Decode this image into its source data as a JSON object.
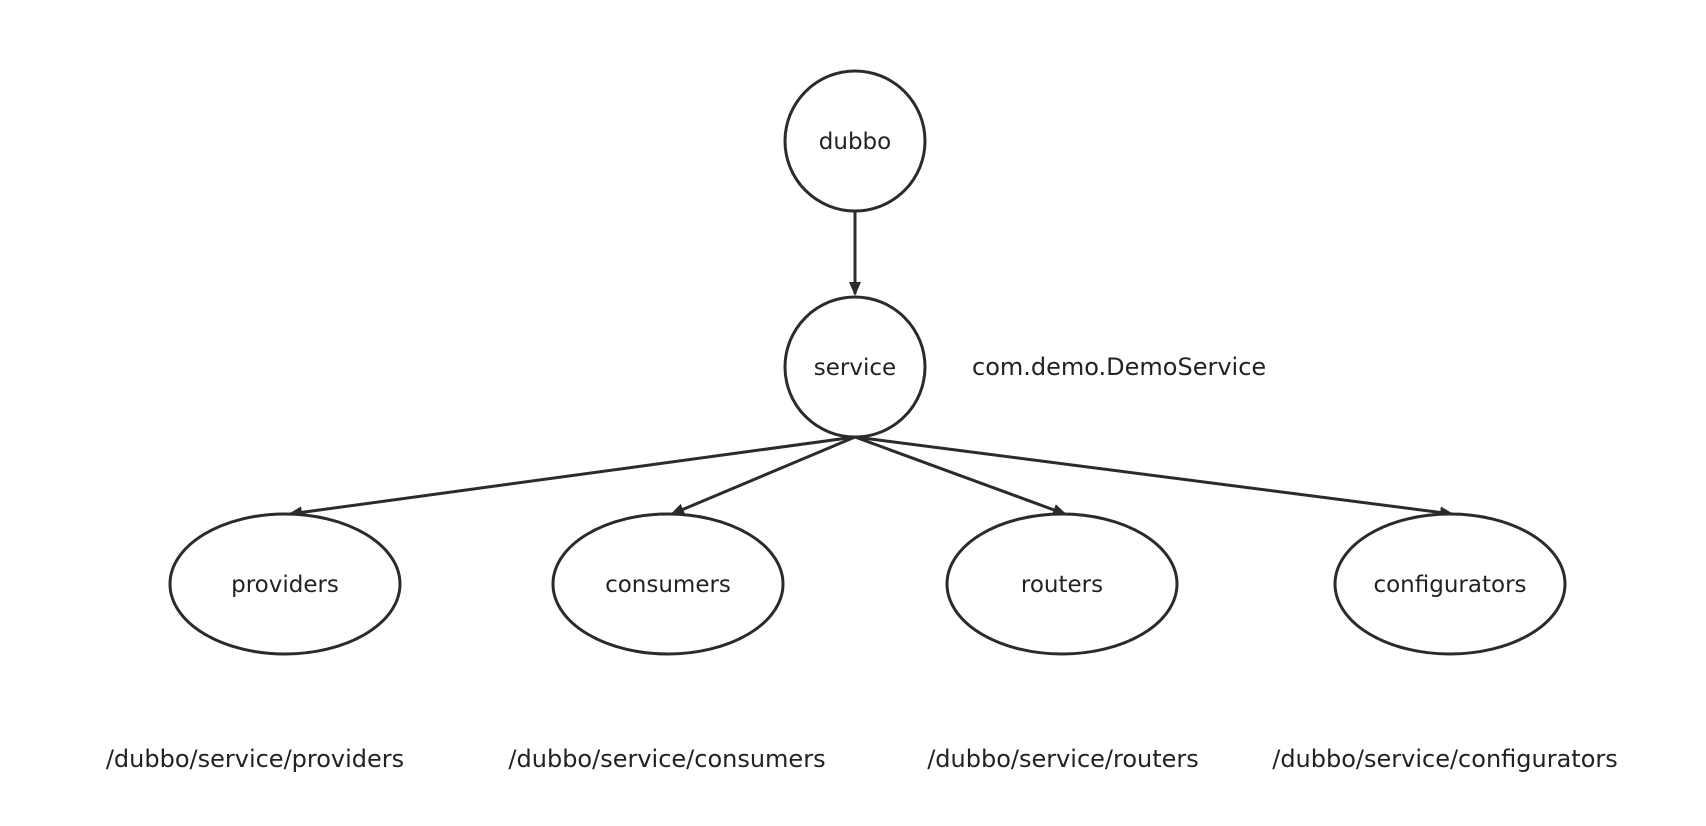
{
  "diagram": {
    "root": {
      "label": "dubbo"
    },
    "service": {
      "label": "service",
      "annotation": "com.demo.DemoService"
    },
    "children": [
      {
        "id": "providers",
        "label": "providers",
        "path": "/dubbo/service/providers"
      },
      {
        "id": "consumers",
        "label": "consumers",
        "path": "/dubbo/service/consumers"
      },
      {
        "id": "routers",
        "label": "routers",
        "path": "/dubbo/service/routers"
      },
      {
        "id": "configurators",
        "label": "configurators",
        "path": "/dubbo/service/configurators"
      }
    ],
    "colors": {
      "stroke": "#2b2b2b",
      "text": "#222222",
      "background": "#ffffff"
    }
  }
}
